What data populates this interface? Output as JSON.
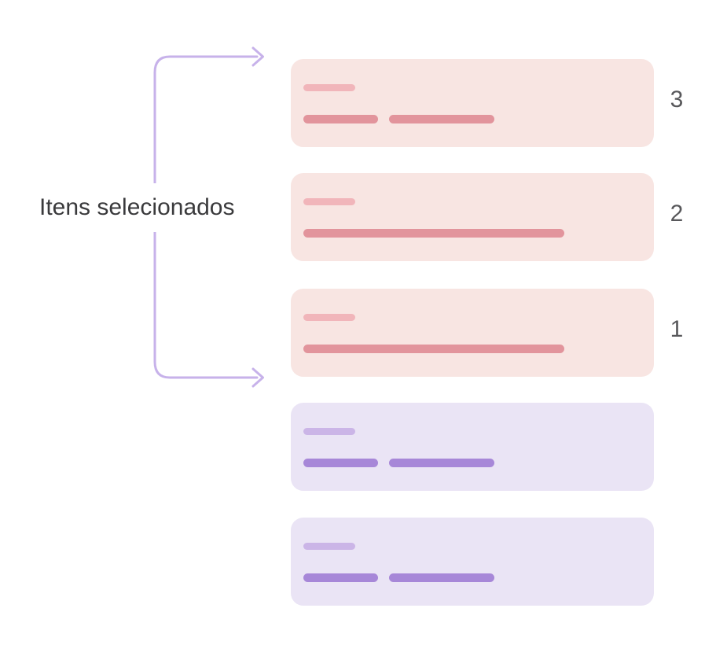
{
  "label": {
    "text": "Itens selecionados"
  },
  "colors": {
    "arrow": "#C7B2EA",
    "label_text": "#3A3A3C",
    "badge_text": "#58585B",
    "pink_bg": "#F8E5E2",
    "pink_title_bar": "#F1B5BA",
    "pink_bar": "#E2949C",
    "purple_bg": "#EAE4F5",
    "purple_title_bar": "#CBB5E7",
    "purple_bar": "#A787D8"
  },
  "bracket": {
    "icon": "right-arrow-bracket",
    "arrowheads": [
      "top-right-arrowhead",
      "bottom-right-arrowhead"
    ]
  },
  "cards": [
    {
      "variant": "pink",
      "badge": "3",
      "content": "double"
    },
    {
      "variant": "pink",
      "badge": "2",
      "content": "single"
    },
    {
      "variant": "pink",
      "badge": "1",
      "content": "single"
    },
    {
      "variant": "purple",
      "badge": "",
      "content": "double"
    },
    {
      "variant": "purple",
      "badge": "",
      "content": "double"
    }
  ]
}
